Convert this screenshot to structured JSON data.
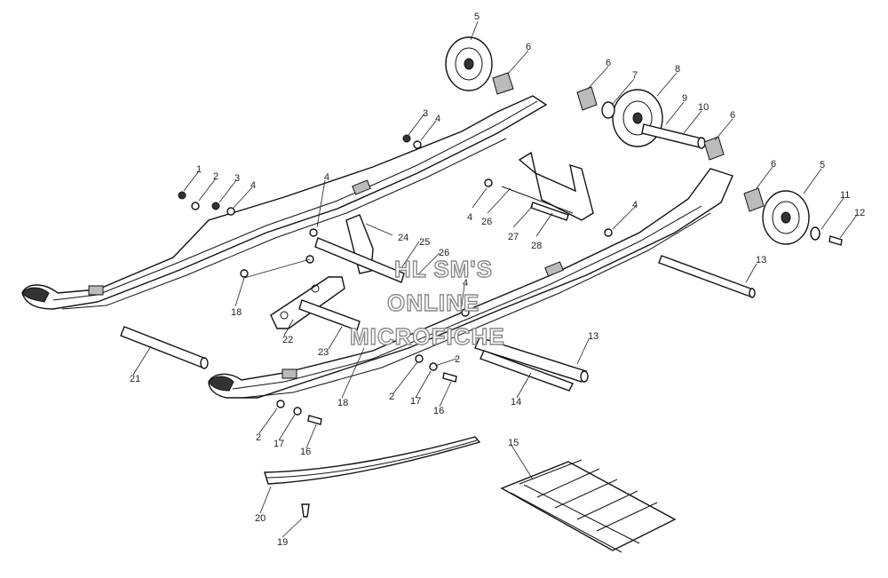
{
  "watermark": {
    "line1": "HL SM'S",
    "line2": "ONLINE",
    "line3": "MICROFICHE"
  },
  "callouts": {
    "c1": "1",
    "c2a": "2",
    "c2b": "2",
    "c2c": "2",
    "c2d": "2",
    "c3a": "3",
    "c3b": "3",
    "c4a": "4",
    "c4b": "4",
    "c4c": "4",
    "c4d": "4",
    "c4e": "4",
    "c4f": "4",
    "c5a": "5",
    "c5b": "5",
    "c6a": "6",
    "c6b": "6",
    "c6c": "6",
    "c6d": "6",
    "c7": "7",
    "c8": "8",
    "c9": "9",
    "c10": "10",
    "c11": "11",
    "c12": "12",
    "c13a": "13",
    "c13b": "13",
    "c14": "14",
    "c15": "15",
    "c16a": "16",
    "c16b": "16",
    "c17a": "17",
    "c17b": "17",
    "c18a": "18",
    "c18b": "18",
    "c19": "19",
    "c20": "20",
    "c21": "21",
    "c22": "22",
    "c23": "23",
    "c24": "24",
    "c25": "25",
    "c26a": "26",
    "c26b": "26",
    "c27": "27",
    "c28": "28"
  }
}
